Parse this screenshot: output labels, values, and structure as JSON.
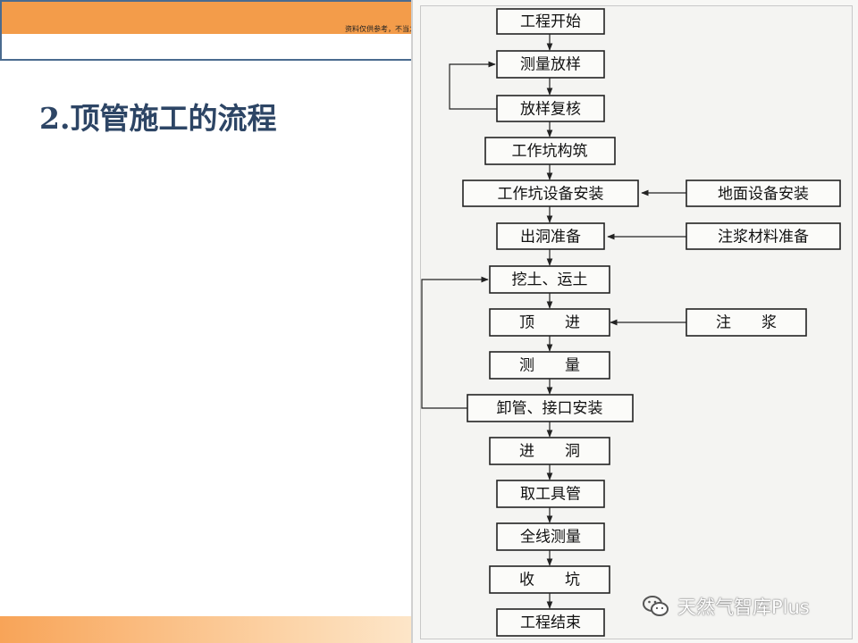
{
  "slide": {
    "title": "2.顶管施工的流程",
    "disclaimer": "资料仅供参考，不当之处，请联系改正。"
  },
  "flowchart": {
    "nodes": {
      "start": "工程开始",
      "survey": "测量放样",
      "recheck": "放样复核",
      "pit_build": "工作坑构筑",
      "pit_equip": "工作坑设备安装",
      "ground_equip": "地面设备安装",
      "exit_prep": "出洞准备",
      "grout_prep": "注浆材料准备",
      "excavate": "挖土、运土",
      "jack": "顶　　进",
      "grout": "注　　浆",
      "measure": "测　　量",
      "pipe_install": "卸管、接口安装",
      "enter": "进　　洞",
      "remove_tool": "取工具管",
      "full_survey": "全线测量",
      "close_pit": "收　　坑",
      "end": "工程结束"
    }
  },
  "watermark": {
    "text": "天然气智库Plus",
    "icon": "wechat-icon"
  },
  "colors": {
    "accent_orange": "#f39c4a",
    "title_blue": "#2d4565",
    "border_blue": "#4a6b8f"
  }
}
